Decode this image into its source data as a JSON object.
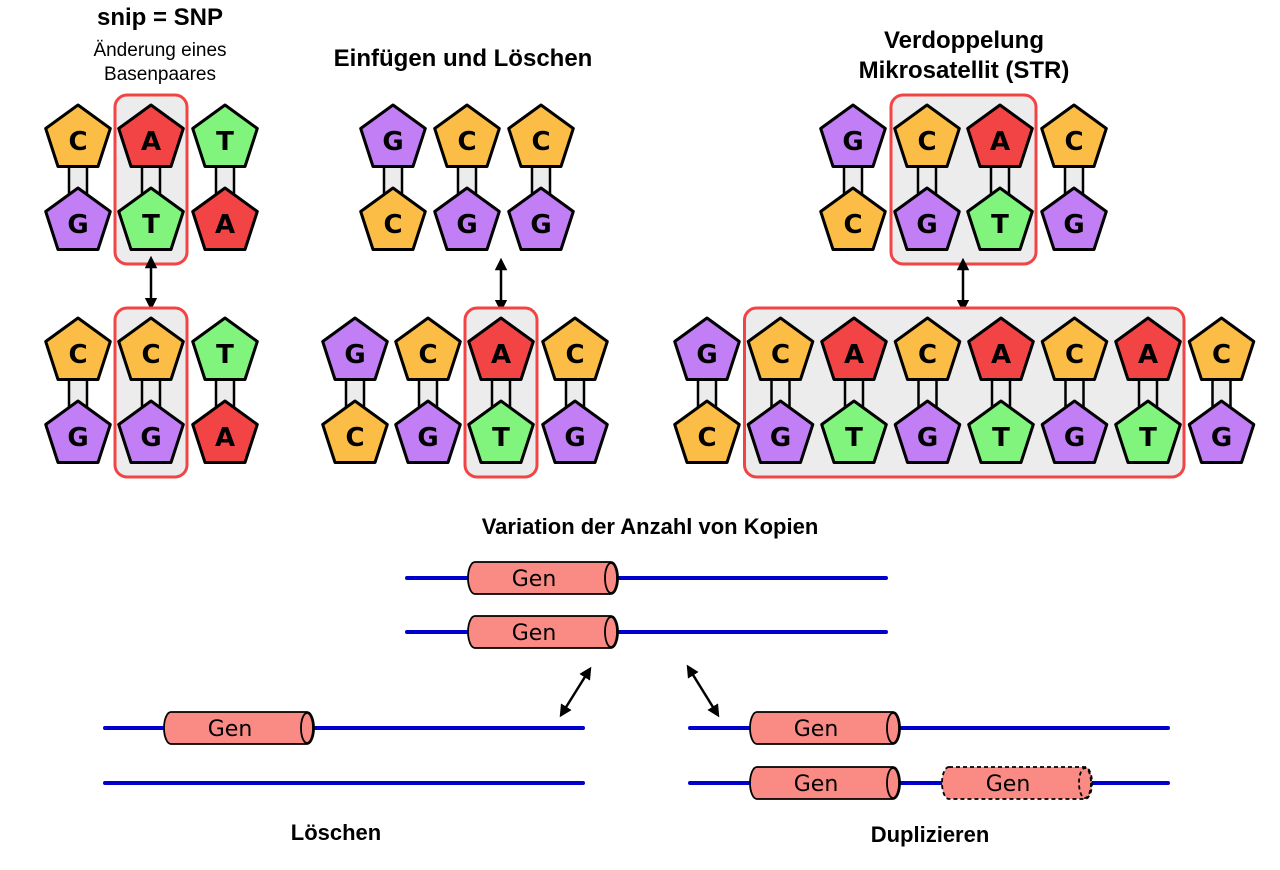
{
  "colors": {
    "A": "#f24444",
    "T": "#80f47c",
    "G": "#c27ef4",
    "C": "#fbbd45",
    "highlight_border": "#f24444",
    "highlight_fill": "#ececec",
    "dna_line": "#0000cc",
    "gene_fill": "#f98a84",
    "outline": "#000000"
  },
  "sections": {
    "snp": {
      "title": "snip = SNP",
      "subtitle_line1": "Änderung eines",
      "subtitle_line2": "Basenpaares",
      "before": {
        "top": [
          "C",
          "A",
          "T"
        ],
        "bottom": [
          "G",
          "T",
          "A"
        ],
        "highlight": [
          1,
          1
        ]
      },
      "after": {
        "top": [
          "C",
          "C",
          "T"
        ],
        "bottom": [
          "G",
          "G",
          "A"
        ],
        "highlight": [
          1,
          1
        ]
      }
    },
    "indel": {
      "title": "Einfügen und Löschen",
      "before": {
        "top": [
          "G",
          "C",
          "C"
        ],
        "bottom": [
          "C",
          "G",
          "G"
        ],
        "highlight": null
      },
      "after": {
        "top": [
          "G",
          "C",
          "A",
          "C"
        ],
        "bottom": [
          "C",
          "G",
          "T",
          "G"
        ],
        "highlight": [
          2,
          2
        ]
      }
    },
    "str": {
      "title_line1": "Verdoppelung",
      "title_line2": "Mikrosatellit (STR)",
      "before": {
        "top": [
          "G",
          "C",
          "A",
          "C"
        ],
        "bottom": [
          "C",
          "G",
          "T",
          "G"
        ],
        "highlight": [
          1,
          2
        ]
      },
      "after": {
        "top": [
          "G",
          "C",
          "A",
          "C",
          "A",
          "C",
          "A",
          "C"
        ],
        "bottom": [
          "C",
          "G",
          "T",
          "G",
          "T",
          "G",
          "T",
          "G"
        ],
        "highlight": [
          1,
          6
        ]
      }
    },
    "cnv": {
      "title": "Variation der Anzahl von Kopien",
      "gene_label": "Gen",
      "deletion_label": "Löschen",
      "duplication_label": "Duplizieren"
    }
  }
}
